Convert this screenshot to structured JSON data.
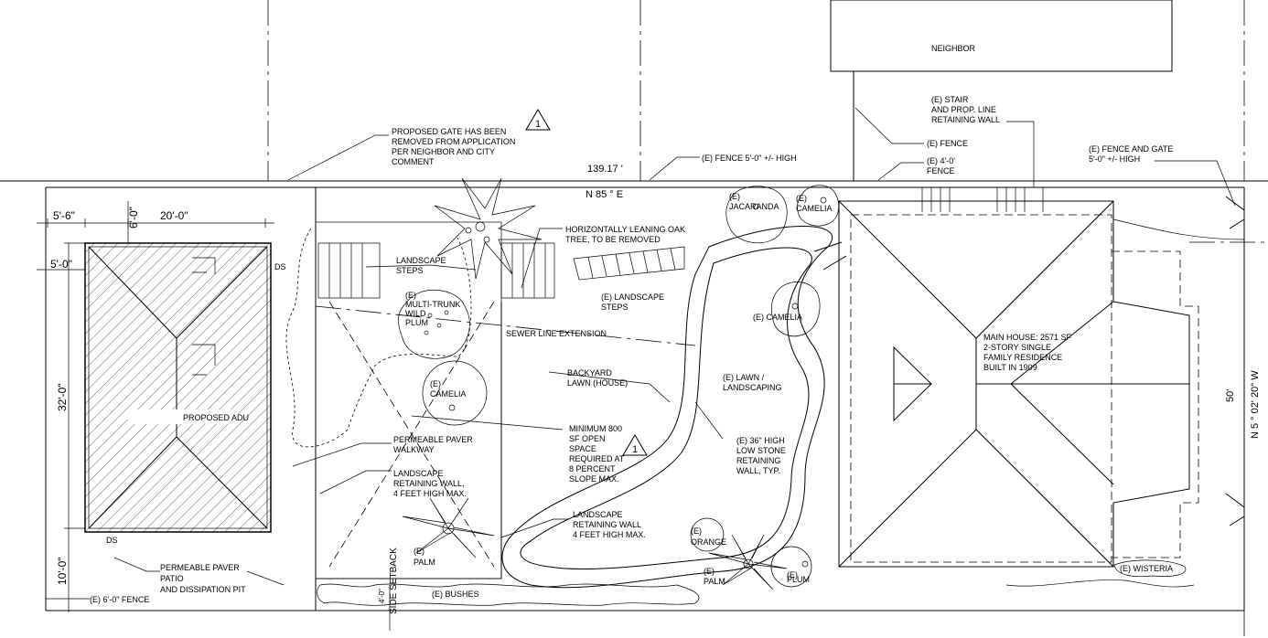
{
  "labels": {
    "neighbor": "NEIGHBOR",
    "gate_note": [
      "PROPOSED GATE HAS BEEN",
      "REMOVED FROM APPLICATION",
      "PER NEIGHBOR AND CITY",
      "COMMENT"
    ],
    "revision_mark": "1",
    "frontage": "139.17 '",
    "fence_top": "(E) FENCE   5'-0\" +/- HIGH",
    "bearing_top": "N 85 ° E",
    "stair_wall": [
      "(E) STAIR",
      "AND PROP. LINE",
      "RETAINING WALL"
    ],
    "fence_e": "(E) FENCE",
    "fence_4": [
      "(E) 4'-0'",
      "FENCE"
    ],
    "fence_gate": [
      "(E)   FENCE AND GATE",
      "5'-0\" +/- HIGH"
    ],
    "jacaranda": [
      "(E)",
      "JACARANDA"
    ],
    "camelia_top": [
      "(E)",
      "CAMELIA"
    ],
    "oak_tree": [
      "HORIZONTALLY LEANING OAK",
      "TREE, TO BE REMOVED"
    ],
    "landscape_steps_left": [
      "LANDSCAPE",
      "STEPS"
    ],
    "landscape_steps_right": [
      "(E) LANDSCAPE",
      "STEPS"
    ],
    "wild_plum": [
      "(E)",
      "MULTI-TRUNK",
      "WILD",
      "PLUM"
    ],
    "sewer_line": "SEWER LINE EXTENSION",
    "camelia_mid": "(E) CAMELIA",
    "backyard_lawn": [
      "BACKYARD",
      "LAWN (HOUSE)"
    ],
    "lawn_landscaping": [
      "(E) LAWN /",
      "LANDSCAPING"
    ],
    "main_house": [
      "MAIN HOUSE: 2571 SF",
      "2-STORY SINGLE",
      "FAMILY RESIDENCE",
      "BUILT IN 1909"
    ],
    "camelia_left": [
      "(E)",
      "CAMELIA"
    ],
    "proposed_adu": "PROPOSED ADU",
    "open_space": [
      "MINIMUM 800",
      "SF OPEN",
      "SPACE",
      "REQUIRED AT",
      "8 PERCENT",
      "SLOPE MAX."
    ],
    "paver_walkway": [
      "PERMEABLE PAVER",
      "WALKWAY"
    ],
    "stone_wall": [
      "(E) 36\" HIGH",
      "LOW STONE",
      "RETAINING",
      "WALL, TYP."
    ],
    "retaining_wall_1": [
      "LANDSCAPE",
      "RETAINING WALL,",
      "4 FEET HIGH MAX."
    ],
    "retaining_wall_2": [
      "LANDSCAPE",
      "RETAINING WALL",
      "4 FEET HIGH MAX."
    ],
    "side_setback": "SIDE SETBACK",
    "setback_dim": "4'-0\"",
    "palm_left": [
      "(E)",
      "PALM"
    ],
    "orange": [
      "(E)",
      "ORANGE"
    ],
    "palm_right": [
      "(E)",
      "PALM"
    ],
    "plum": [
      "(E)",
      "PLUM"
    ],
    "wisteria": "(E) WISTERIA",
    "bushes": "(E) BUSHES",
    "paver_patio": [
      "PERMEABLE PAVER",
      "PATIO",
      "AND DISSIPATION PIT"
    ],
    "fence_6": "(E) 6'-0\" FENCE",
    "ds_top": "DS",
    "ds_bottom": "DS",
    "dim_5_6": "5'-6\"",
    "dim_6_0": "6'-0\"",
    "dim_20_0": "20'-0\"",
    "dim_5_0": "5'-0\"",
    "dim_32_0": "32'-0\"",
    "dim_10_0": "10'-0\"",
    "dim_50": "50'",
    "bearing_right": "N 5 ° 02' 20\" W"
  }
}
